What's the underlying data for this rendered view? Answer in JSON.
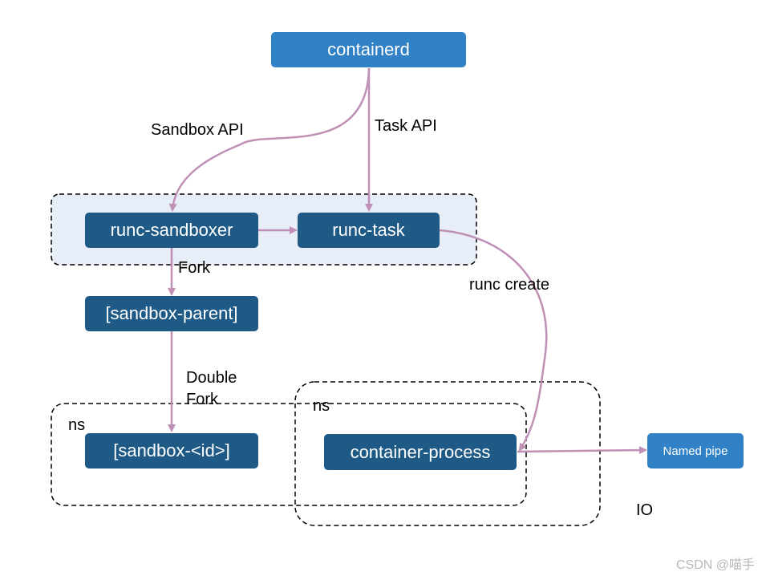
{
  "nodes": {
    "containerd": "containerd",
    "runc_sandboxer": "runc-sandboxer",
    "runc_task": "runc-task",
    "sandbox_parent": "[sandbox-parent]",
    "sandbox_id": "[sandbox-<id>]",
    "container_process": "container-process",
    "named_pipe": "Named pipe"
  },
  "labels": {
    "sandbox_api": "Sandbox API",
    "task_api": "Task API",
    "fork": "Fork",
    "runc_create": "runc create",
    "double_fork_line1": "Double",
    "double_fork_line2": "Fork",
    "ns_left": "ns",
    "ns_right": "ns",
    "io": "IO"
  },
  "watermark": "CSDN @喵手",
  "colors": {
    "node_dark": "#1f5a87",
    "node_light": "#3181c6",
    "arrow": "#c08fb5",
    "group_fill": "#e8eef8"
  }
}
